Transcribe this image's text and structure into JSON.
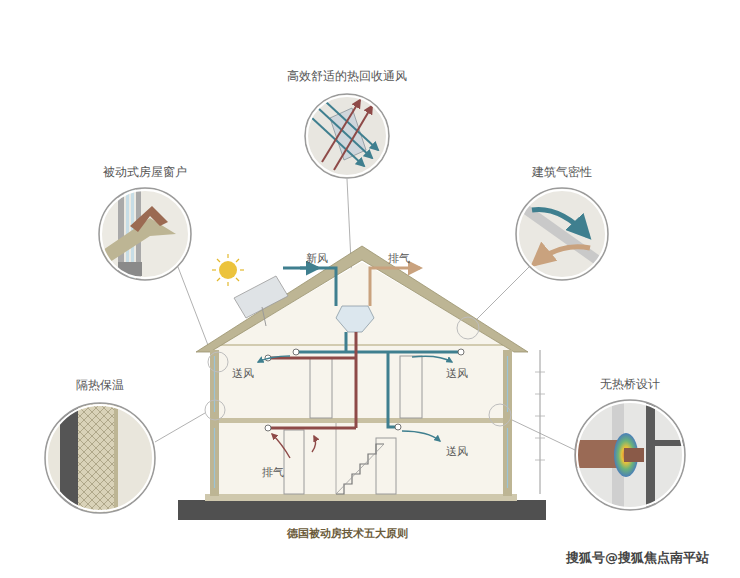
{
  "diagram": {
    "caption": "德国被动房技术五大原则",
    "nodes": [
      {
        "text": [
          "高效舒适的热回收通风"
        ]
      },
      {
        "text": [
          "被动式房屋窗户"
        ]
      },
      {
        "text": [
          "建筑气密性"
        ]
      },
      {
        "text": [
          "隔热保温"
        ]
      },
      {
        "text": [
          "无热桥设计"
        ]
      }
    ],
    "labels": [
      "新风",
      "排气",
      "送风",
      "送风",
      "送风",
      "排气",
      "搜狐号@搜狐焦点南平站"
    ]
  }
}
